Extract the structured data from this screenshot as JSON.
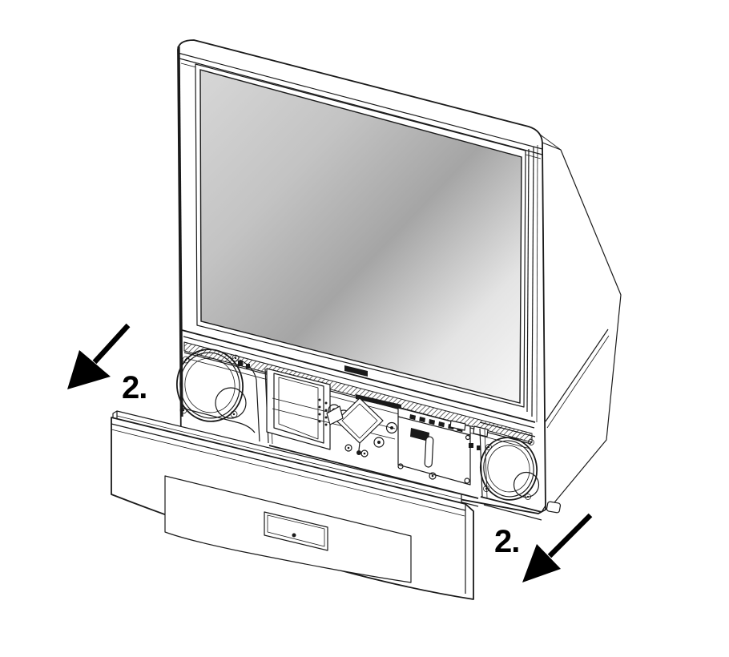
{
  "diagram": {
    "illustration": "rear-projection-tv-with-detached-front-panel",
    "colors": {
      "line": "#1a1a1a",
      "label": "#000000",
      "background": "#ffffff",
      "screen-light": "#d7d7d7",
      "screen-mid": "#a5a5a5",
      "screen-bright": "#f7f7f7"
    },
    "steps": [
      {
        "label": "2.",
        "position": "left",
        "icon": "arrow-down-left-icon"
      },
      {
        "label": "2.",
        "position": "right",
        "icon": "arrow-down-left-icon"
      }
    ]
  }
}
